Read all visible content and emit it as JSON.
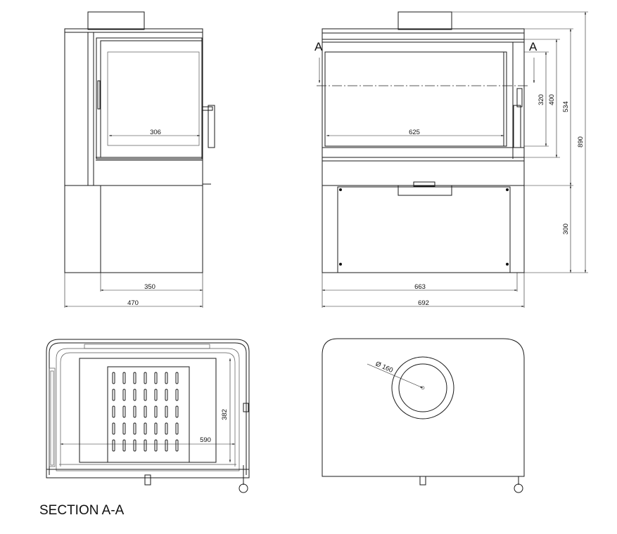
{
  "dimensions": {
    "front_inner_width": "306",
    "front_base_inner_width": "350",
    "front_overall_width": "470",
    "side_glass_width": "625",
    "side_base_inner_width": "663",
    "side_overall_width": "692",
    "glass_height": "320",
    "upper_height": "400",
    "body_height": "534",
    "total_height": "890",
    "base_height": "300",
    "section_depth": "382",
    "section_width": "590",
    "flue_diameter": "Ø 160"
  },
  "section_marks": {
    "left": "A",
    "right": "A"
  },
  "caption": "SECTION A-A",
  "colors": {
    "line": "#1a1a1a",
    "background": "#ffffff"
  }
}
